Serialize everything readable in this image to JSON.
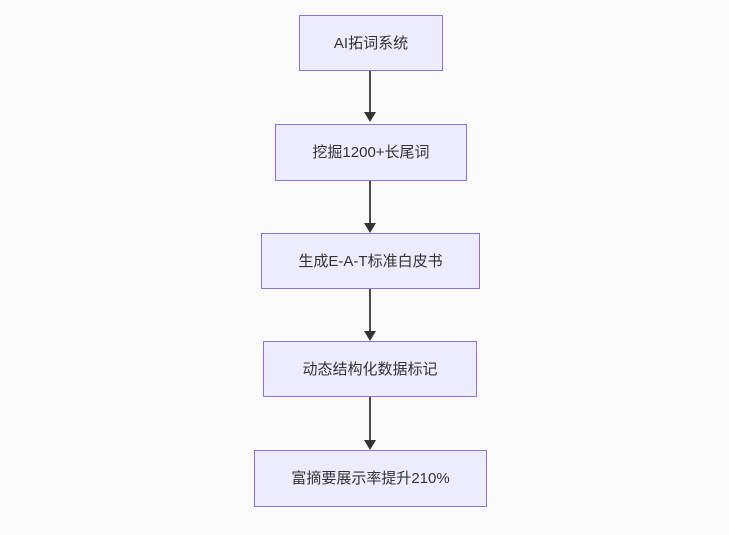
{
  "page": {
    "type": "flowchart",
    "direction": "top-down",
    "background_color": "#fafafa"
  },
  "flowchart": {
    "nodes": [
      {
        "label": "AI拓词系统"
      },
      {
        "label": "挖掘1200+长尾词"
      },
      {
        "label": "生成E-A-T标准白皮书"
      },
      {
        "label": "动态结构化数据标记"
      },
      {
        "label": "富摘要展示率提升210%"
      }
    ],
    "edges": [
      {
        "from": 0,
        "to": 1
      },
      {
        "from": 1,
        "to": 2
      },
      {
        "from": 2,
        "to": 3
      },
      {
        "from": 3,
        "to": 4
      }
    ],
    "colors": {
      "node_fill": "#ECECFF",
      "node_border": "#9370DB",
      "node_text": "#333333",
      "arrow": "#333333"
    }
  }
}
